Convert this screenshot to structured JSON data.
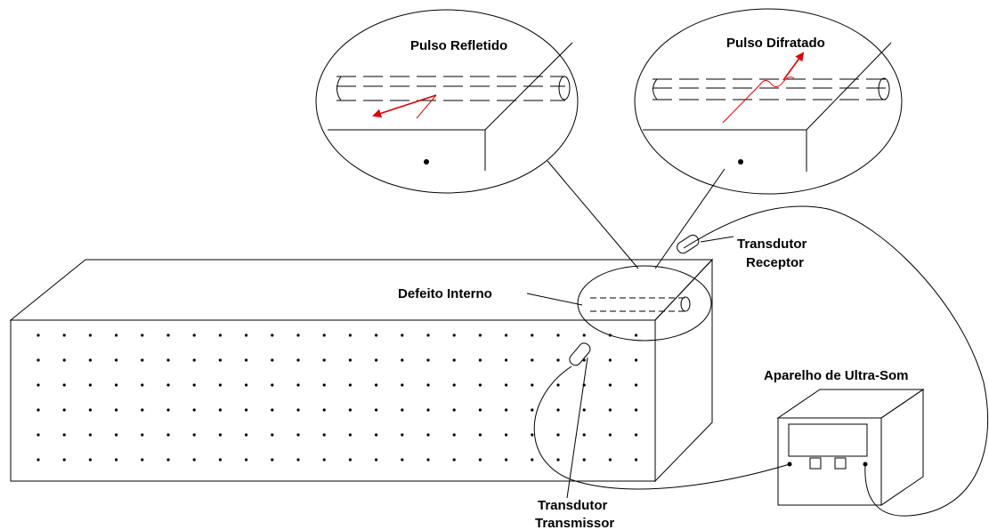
{
  "labels": {
    "reflected_pulse": "Pulso Refletido",
    "diffracted_pulse": "Pulso Difratado",
    "internal_defect": "Defeito Interno",
    "receiver_line1": "Transdutor",
    "receiver_line2": "Receptor",
    "transmitter_line1": "Transdutor",
    "transmitter_line2": "Transmissor",
    "device": "Aparelho de Ultra-Som"
  },
  "colors": {
    "line": "#000000",
    "pulse": "#e00000",
    "background": "#ffffff"
  }
}
